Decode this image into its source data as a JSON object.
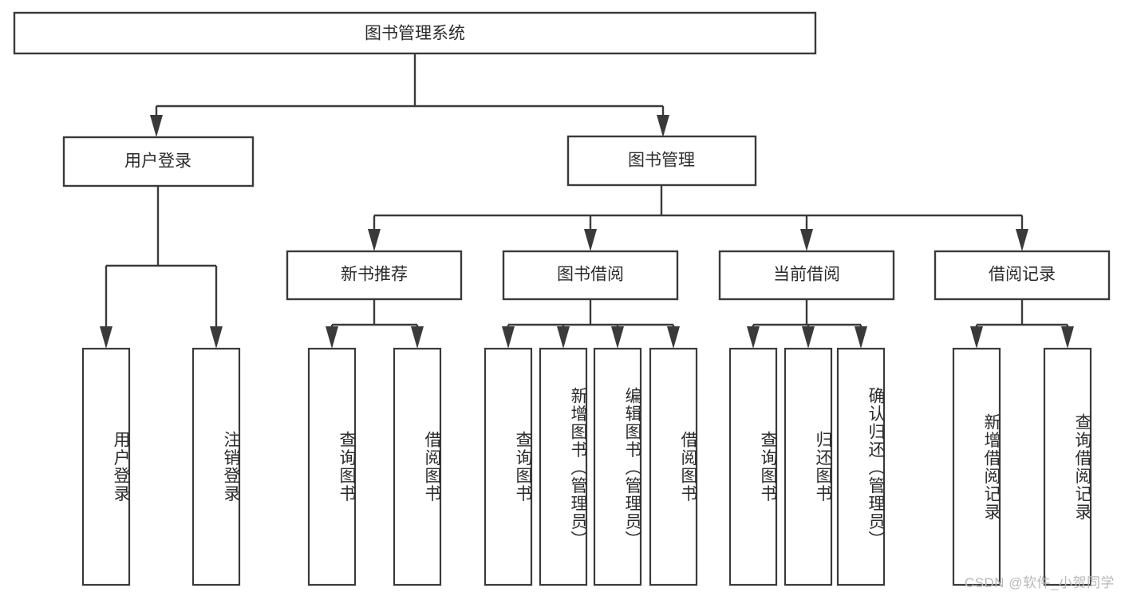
{
  "diagram": {
    "type": "tree-hierarchy",
    "title": "图书管理系统",
    "watermark": "CSDN @软件_小贺同学",
    "colors": {
      "stroke": "#3a3a3a",
      "text": "#2b2b2b",
      "background": "#ffffff",
      "watermark": "#b8b8b8"
    },
    "nodes": {
      "root": {
        "label": "图书管理系统",
        "orientation": "horizontal"
      },
      "level2": [
        {
          "label": "用户登录",
          "orientation": "horizontal"
        },
        {
          "label": "图书管理",
          "orientation": "horizontal"
        }
      ],
      "level3": [
        {
          "label": "新书推荐",
          "orientation": "horizontal"
        },
        {
          "label": "图书借阅",
          "orientation": "horizontal"
        },
        {
          "label": "当前借阅",
          "orientation": "horizontal"
        },
        {
          "label": "借阅记录",
          "orientation": "horizontal"
        }
      ],
      "leaves": {
        "user_login": [
          {
            "label": "用户登录",
            "orientation": "vertical"
          },
          {
            "label": "注销登录",
            "orientation": "vertical"
          }
        ],
        "new_book_recommend": [
          {
            "label": "查询图书",
            "orientation": "vertical"
          },
          {
            "label": "借阅图书",
            "orientation": "vertical"
          }
        ],
        "book_borrow": [
          {
            "label": "查询图书",
            "orientation": "vertical"
          },
          {
            "label": "新增图书（管理员）",
            "orientation": "vertical"
          },
          {
            "label": "编辑图书（管理员）",
            "orientation": "vertical"
          },
          {
            "label": "借阅图书",
            "orientation": "vertical"
          }
        ],
        "current_borrow": [
          {
            "label": "查询图书",
            "orientation": "vertical"
          },
          {
            "label": "归还图书",
            "orientation": "vertical"
          },
          {
            "label": "确认归还（管理员）",
            "orientation": "vertical"
          }
        ],
        "borrow_record": [
          {
            "label": "新增借阅记录",
            "orientation": "vertical"
          },
          {
            "label": "查询借阅记录",
            "orientation": "vertical"
          }
        ]
      }
    }
  }
}
